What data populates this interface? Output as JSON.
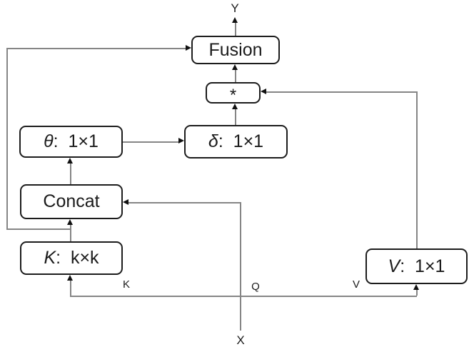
{
  "diagram": {
    "colors": {
      "background": "#ffffff",
      "box_border": "#1c1c1c",
      "connector": "#858585",
      "arrowhead": "#111111",
      "text": "#1b1b1b"
    },
    "nodes": {
      "fusion": {
        "label": "Fusion"
      },
      "star": {
        "label": "*"
      },
      "theta": {
        "var": "θ",
        "dims": ":  1×1"
      },
      "delta": {
        "var": "δ",
        "dims": ":  1×1"
      },
      "concat": {
        "label": "Concat"
      },
      "k": {
        "var": "K",
        "dims": ":  k×k"
      },
      "v": {
        "var": "V",
        "dims": ":  1×1"
      }
    },
    "labels": {
      "output_y": "Y",
      "input_x": "X",
      "branch_k": "K",
      "branch_q": "Q",
      "branch_v": "V"
    }
  }
}
